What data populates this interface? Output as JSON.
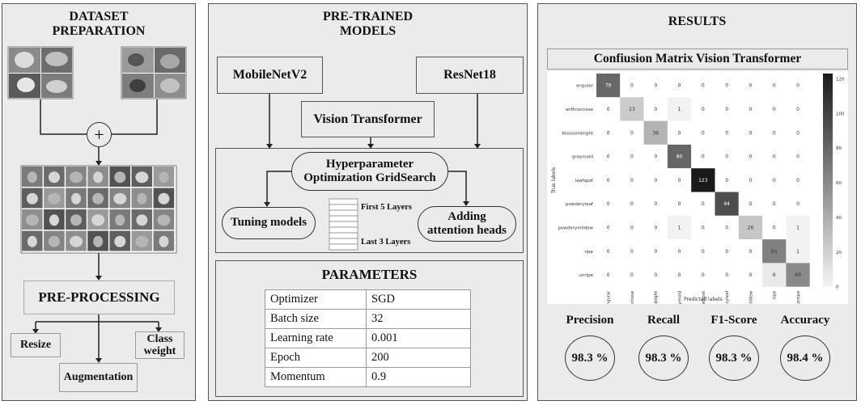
{
  "dataset": {
    "title_line1": "DATASET",
    "title_line2": "PREPARATION",
    "plus_symbol": "+",
    "preprocessing_label": "PRE-PROCESSING",
    "resize_label": "Resize",
    "augmentation_label": "Augmentation",
    "class_weight_line1": "Class",
    "class_weight_line2": "weight"
  },
  "models": {
    "title_line1": "PRE-TRAINED",
    "title_line2": "MODELS",
    "mobilenet_label": "MobileNetV2",
    "resnet_label": "ResNet18",
    "vit_label": "Vision Transformer",
    "hyper_line1": "Hyperparameter",
    "hyper_line2": "Optimization GridSearch",
    "tuning_label": "Tuning models",
    "first_layers_label": "First 5 Layers",
    "last_layers_label": "Last 3 Layers",
    "adding_line1": "Adding",
    "adding_line2": "attention heads"
  },
  "parameters": {
    "title": "PARAMETERS",
    "rows": [
      {
        "name": "Optimizer",
        "value": "SGD"
      },
      {
        "name": "Batch size",
        "value": "32"
      },
      {
        "name": "Learning rate",
        "value": "0.001"
      },
      {
        "name": "Epoch",
        "value": "200"
      },
      {
        "name": "Momentum",
        "value": "0.9"
      }
    ]
  },
  "results": {
    "title": "RESULTS",
    "matrix_title": "Confiusion Matrix Vision Transformer",
    "metrics": [
      {
        "label": "Precision",
        "value": "98.3 %"
      },
      {
        "label": "Recall",
        "value": "98.3 %"
      },
      {
        "label": "F1-Score",
        "value": "98.3 %"
      },
      {
        "label": "Accuracy",
        "value": "98.4 %"
      }
    ]
  },
  "chart_data": {
    "type": "heatmap",
    "title": "Confiusion Matrix Vision Transformer",
    "xlabel": "Predicted labels",
    "ylabel": "True labels",
    "labels": [
      "angular",
      "anthracnose",
      "blossomblight",
      "graymold",
      "leafspot",
      "powderyleaf",
      "powderymildew",
      "ripe",
      "unripe"
    ],
    "matrix": [
      [
        79,
        0,
        0,
        0,
        0,
        0,
        0,
        0,
        0
      ],
      [
        0,
        23,
        0,
        1,
        0,
        0,
        0,
        0,
        0
      ],
      [
        0,
        0,
        36,
        0,
        0,
        0,
        0,
        0,
        0
      ],
      [
        0,
        0,
        0,
        80,
        0,
        0,
        0,
        0,
        0
      ],
      [
        0,
        0,
        0,
        0,
        123,
        0,
        0,
        0,
        0
      ],
      [
        0,
        0,
        0,
        0,
        0,
        94,
        0,
        0,
        0
      ],
      [
        0,
        0,
        0,
        1,
        0,
        0,
        26,
        0,
        1
      ],
      [
        0,
        0,
        0,
        0,
        0,
        0,
        0,
        65,
        1
      ],
      [
        0,
        0,
        0,
        0,
        0,
        0,
        0,
        6,
        60
      ]
    ],
    "colorbar_ticks": [
      0,
      20,
      40,
      60,
      80,
      100,
      120
    ],
    "colorbar_range": [
      0,
      123
    ],
    "colors": {
      "low": "#f4f4f4",
      "high": "#1a1a1a"
    }
  }
}
